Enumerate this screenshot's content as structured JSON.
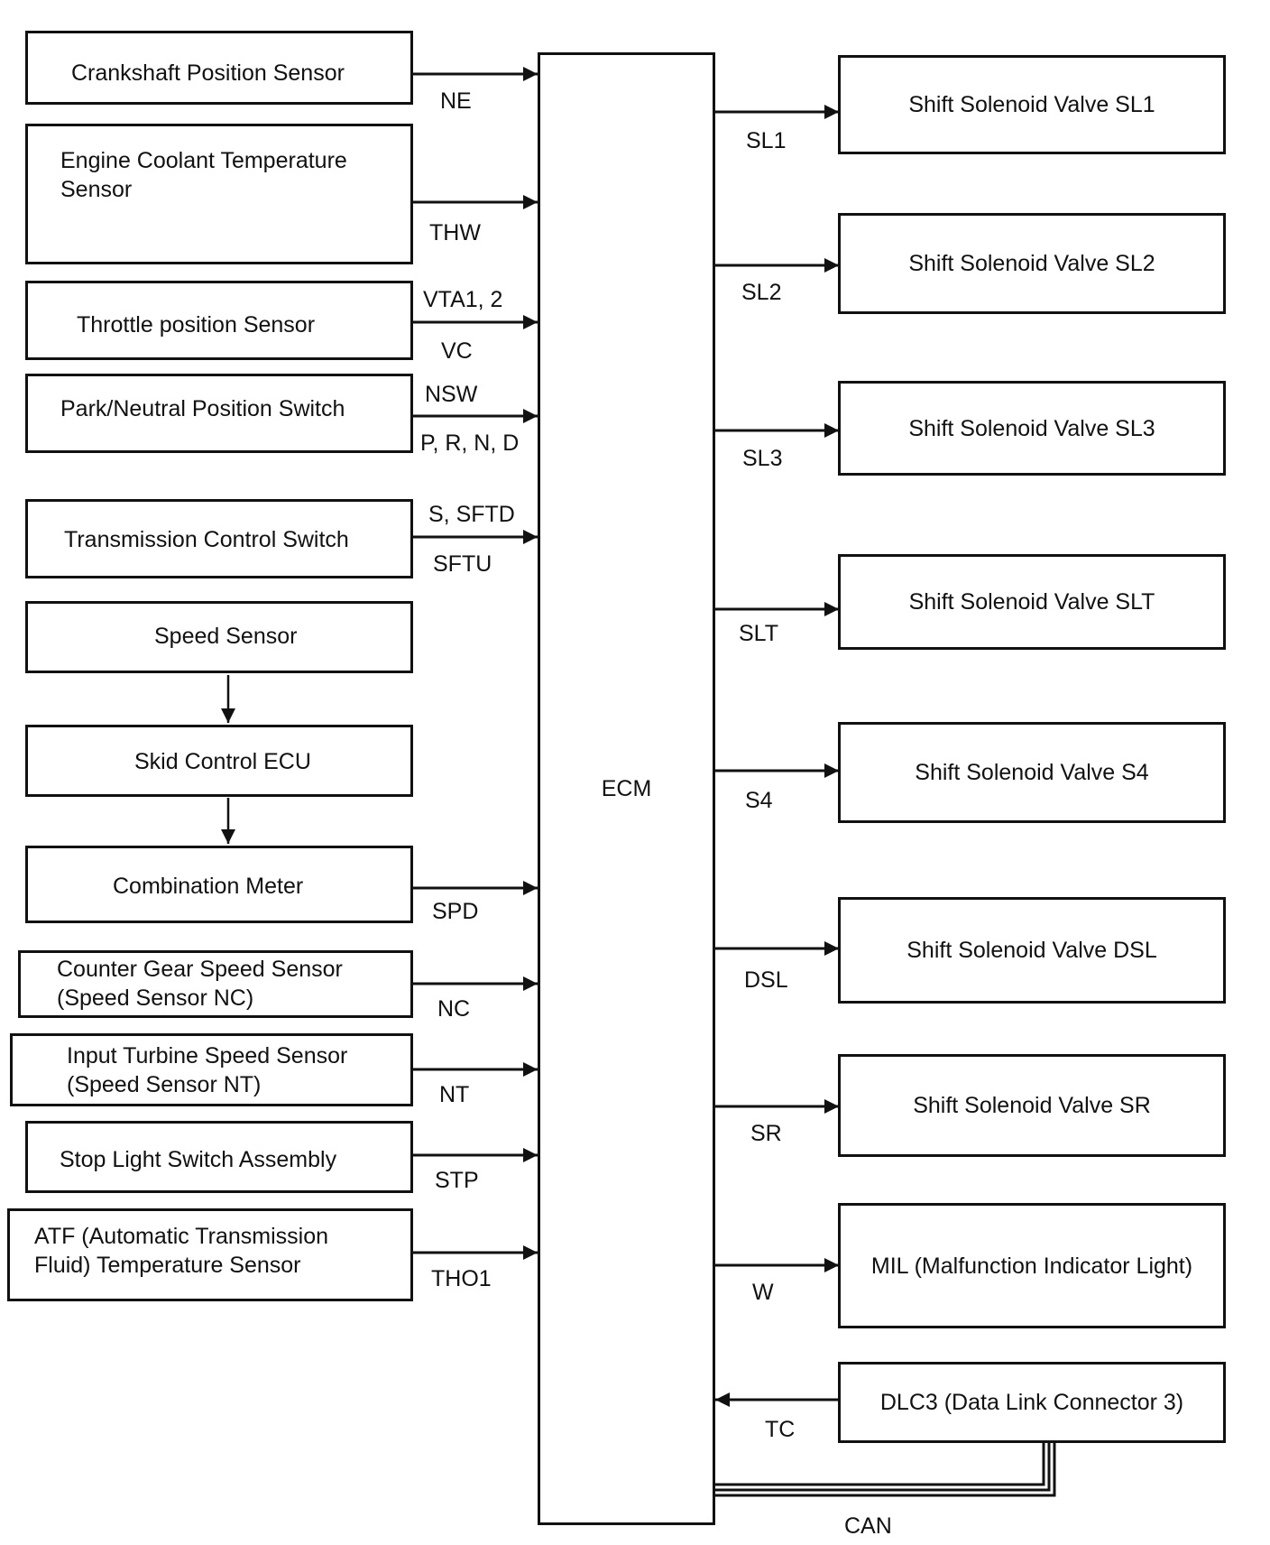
{
  "ecm": {
    "label": "ECM"
  },
  "inputs": [
    {
      "label": "Crankshaft Position Sensor",
      "signal_below": "NE"
    },
    {
      "label": "Engine Coolant Temperature\nSensor",
      "signal_below": "THW"
    },
    {
      "label": "Throttle position Sensor",
      "signal_above": "VTA1, 2",
      "signal_below": "VC"
    },
    {
      "label": "Park/Neutral Position Switch",
      "signal_above": "NSW",
      "signal_below": "P, R, N, D"
    },
    {
      "label": "Transmission Control Switch",
      "signal_above": "S, SFTD",
      "signal_below": "SFTU"
    },
    {
      "label": "Speed Sensor"
    },
    {
      "label": "Skid Control ECU"
    },
    {
      "label": "Combination Meter",
      "signal_below": "SPD"
    },
    {
      "label": "Counter Gear Speed Sensor\n(Speed Sensor NC)",
      "signal_below": "NC"
    },
    {
      "label": "Input Turbine Speed Sensor\n(Speed Sensor NT)",
      "signal_below": "NT"
    },
    {
      "label": "Stop Light Switch Assembly",
      "signal_below": "STP"
    },
    {
      "label": "ATF (Automatic Transmission\nFluid) Temperature Sensor",
      "signal_below": "THO1"
    }
  ],
  "outputs": [
    {
      "label": "Shift Solenoid Valve SL1",
      "signal": "SL1"
    },
    {
      "label": "Shift Solenoid Valve SL2",
      "signal": "SL2"
    },
    {
      "label": "Shift Solenoid Valve SL3",
      "signal": "SL3"
    },
    {
      "label": "Shift Solenoid Valve SLT",
      "signal": "SLT"
    },
    {
      "label": "Shift Solenoid Valve S4",
      "signal": "S4"
    },
    {
      "label": "Shift Solenoid Valve DSL",
      "signal": "DSL"
    },
    {
      "label": "Shift Solenoid Valve SR",
      "signal": "SR"
    },
    {
      "label": "MIL (Malfunction Indicator Light)",
      "signal": "W"
    },
    {
      "label": "DLC3 (Data Link Connector 3)",
      "signal": "TC"
    }
  ],
  "can_label": "CAN"
}
